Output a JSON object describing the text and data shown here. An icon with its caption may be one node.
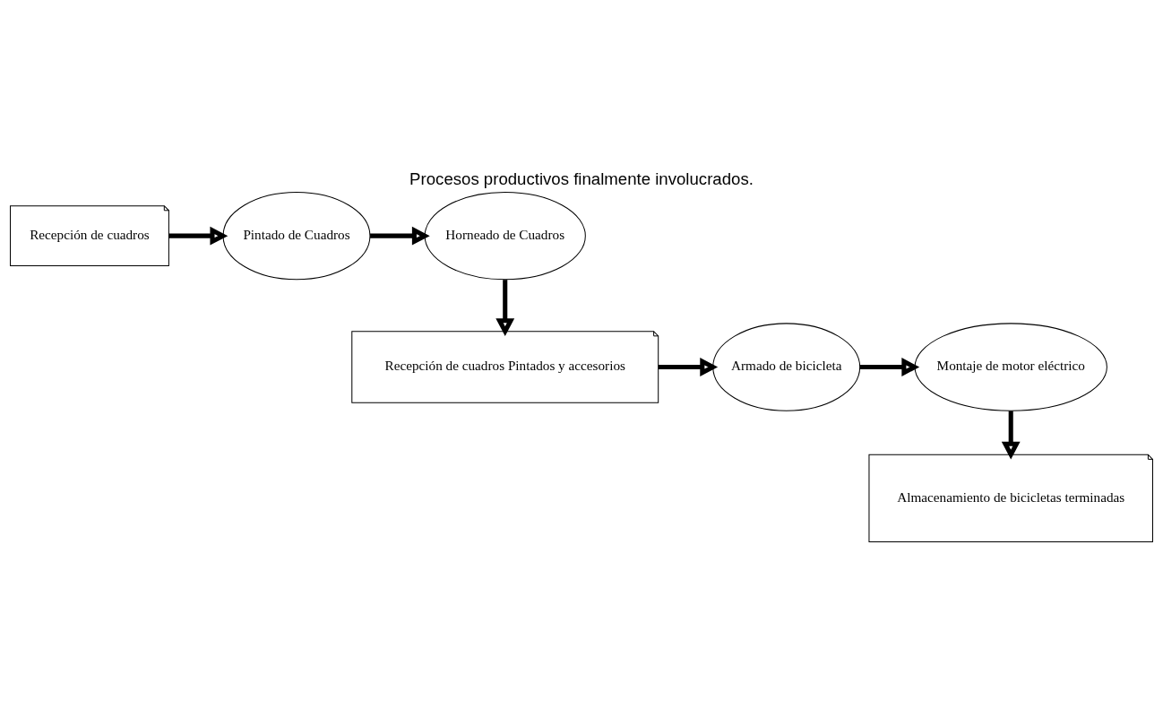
{
  "diagram": {
    "title": "Procesos productivos finalmente involucrados.",
    "nodes": [
      {
        "text": [
          "Recepción de cuadros"
        ]
      },
      {
        "text": [
          "Pintado de Cuadros"
        ]
      },
      {
        "text": [
          "Horneado de Cuadros"
        ]
      },
      {
        "text": [
          "Recepción de cuadros Pintados y accesorios"
        ]
      },
      {
        "text": [
          "Armado de bicicleta"
        ]
      },
      {
        "text": [
          "Montaje de motor eléctrico"
        ]
      },
      {
        "text": [
          "Almacenamiento de bicicletas terminadas"
        ]
      }
    ],
    "edges": [
      {
        "from": 0,
        "to": 1,
        "arrow": "to"
      },
      {
        "from": 1,
        "to": 2,
        "arrow": "to"
      },
      {
        "from": 2,
        "to": 3,
        "arrow": "to"
      },
      {
        "from": 3,
        "to": 4,
        "arrow": "to"
      },
      {
        "from": 4,
        "to": 5,
        "arrow": "to"
      },
      {
        "from": 5,
        "to": 6,
        "arrow": "to"
      }
    ]
  }
}
